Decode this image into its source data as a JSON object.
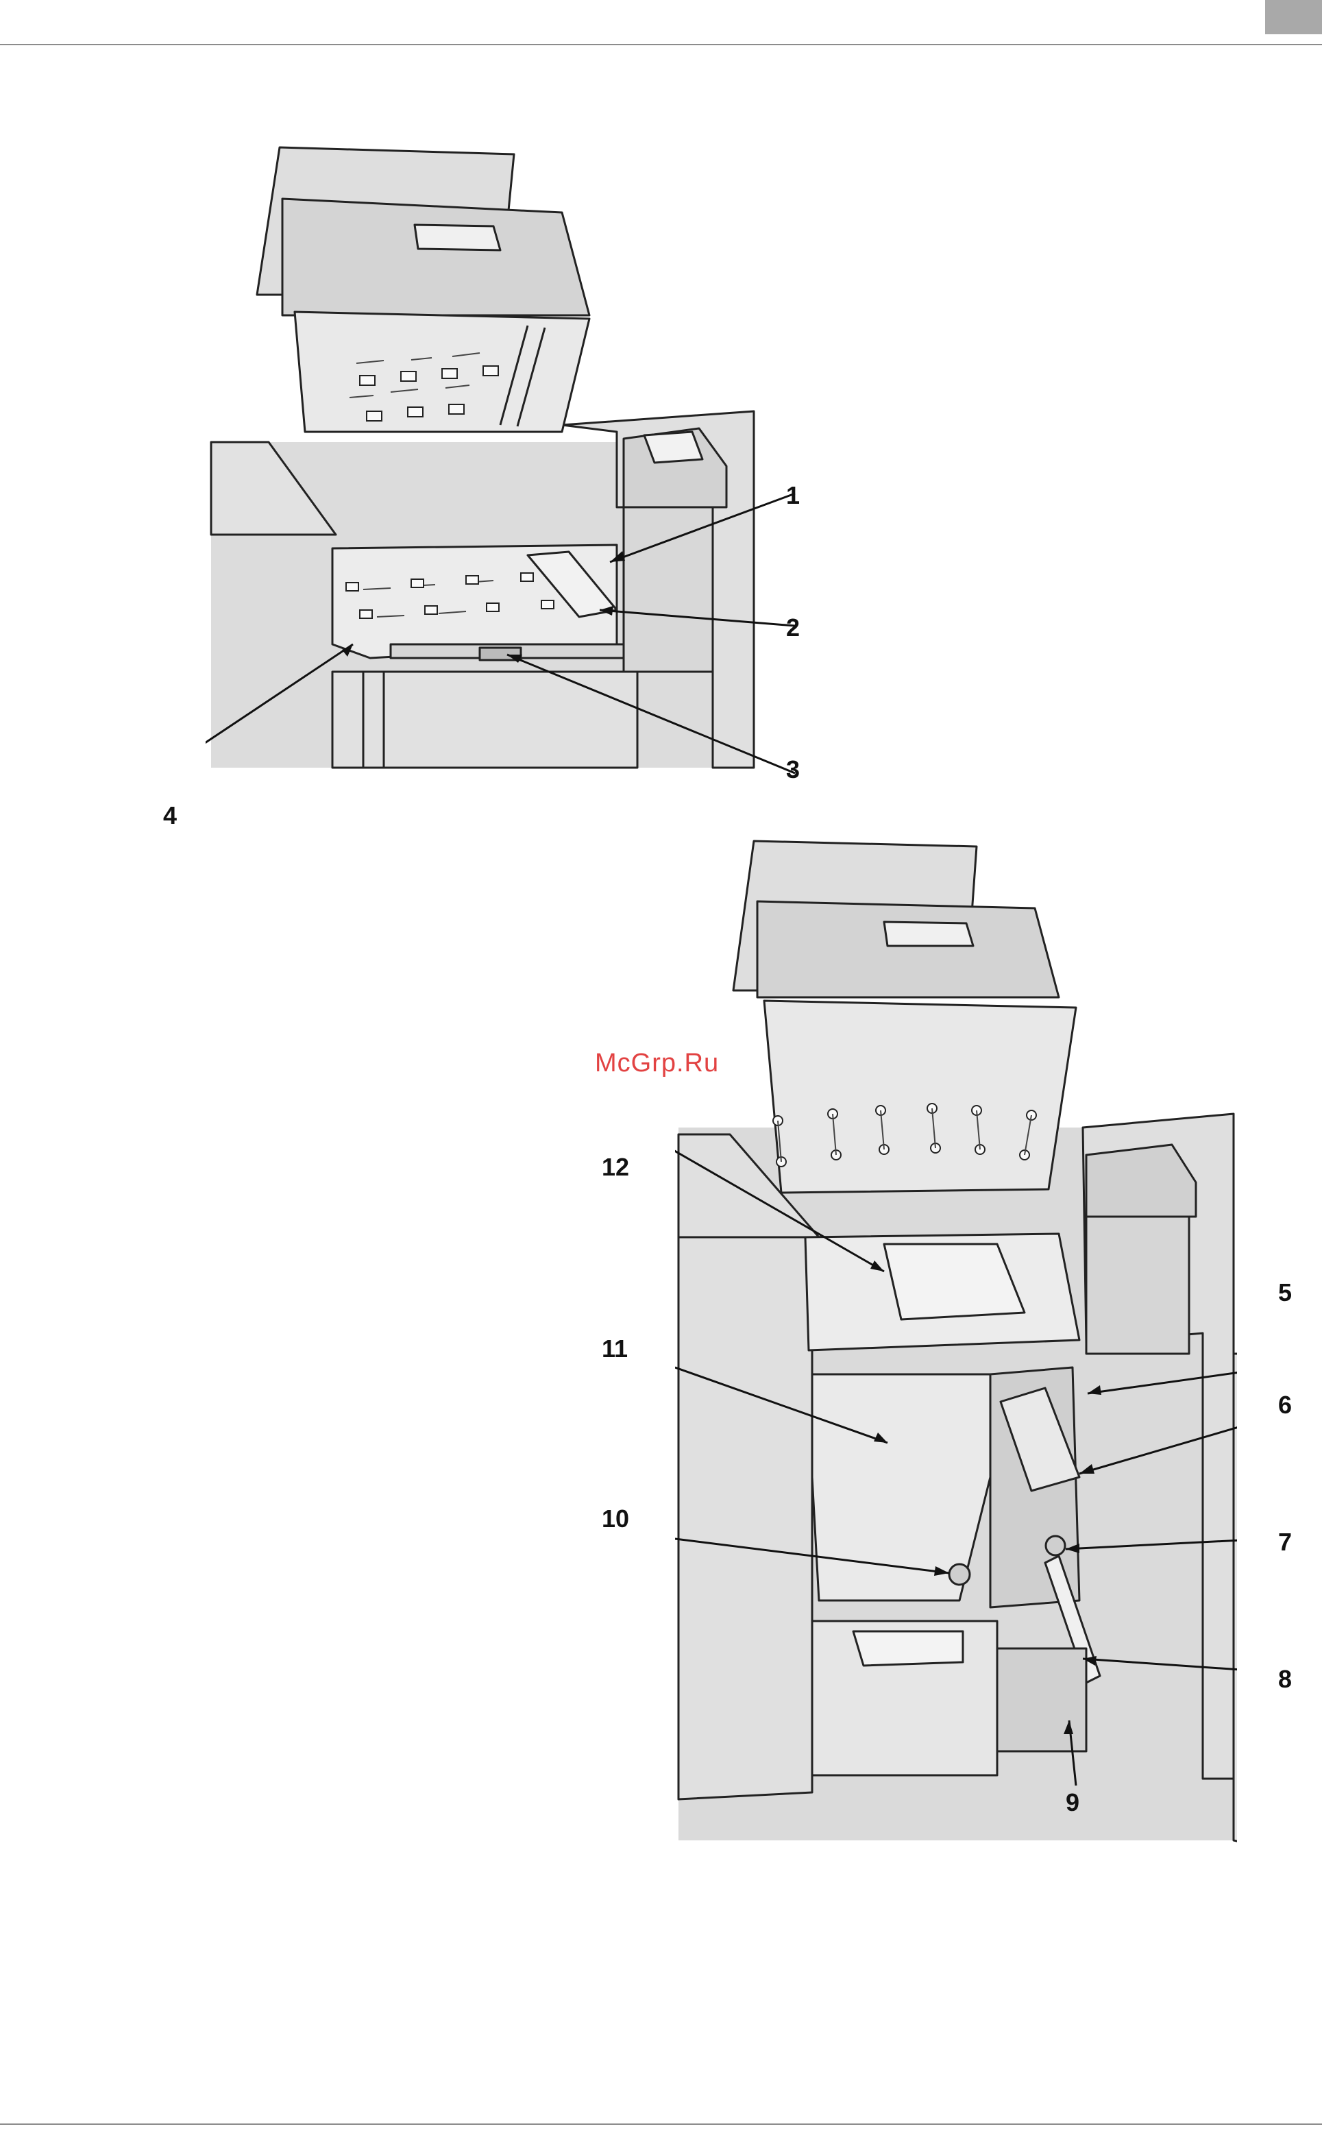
{
  "watermark": "McGrp.Ru",
  "figure_top": {
    "callouts": [
      {
        "id": "1",
        "label": "1"
      },
      {
        "id": "2",
        "label": "2"
      },
      {
        "id": "3",
        "label": "3"
      },
      {
        "id": "4",
        "label": "4"
      }
    ]
  },
  "figure_bottom": {
    "callouts": [
      {
        "id": "5",
        "label": "5"
      },
      {
        "id": "6",
        "label": "6"
      },
      {
        "id": "7",
        "label": "7"
      },
      {
        "id": "8",
        "label": "8"
      },
      {
        "id": "9",
        "label": "9"
      },
      {
        "id": "10",
        "label": "10"
      },
      {
        "id": "11",
        "label": "11"
      },
      {
        "id": "12",
        "label": "12"
      }
    ]
  }
}
